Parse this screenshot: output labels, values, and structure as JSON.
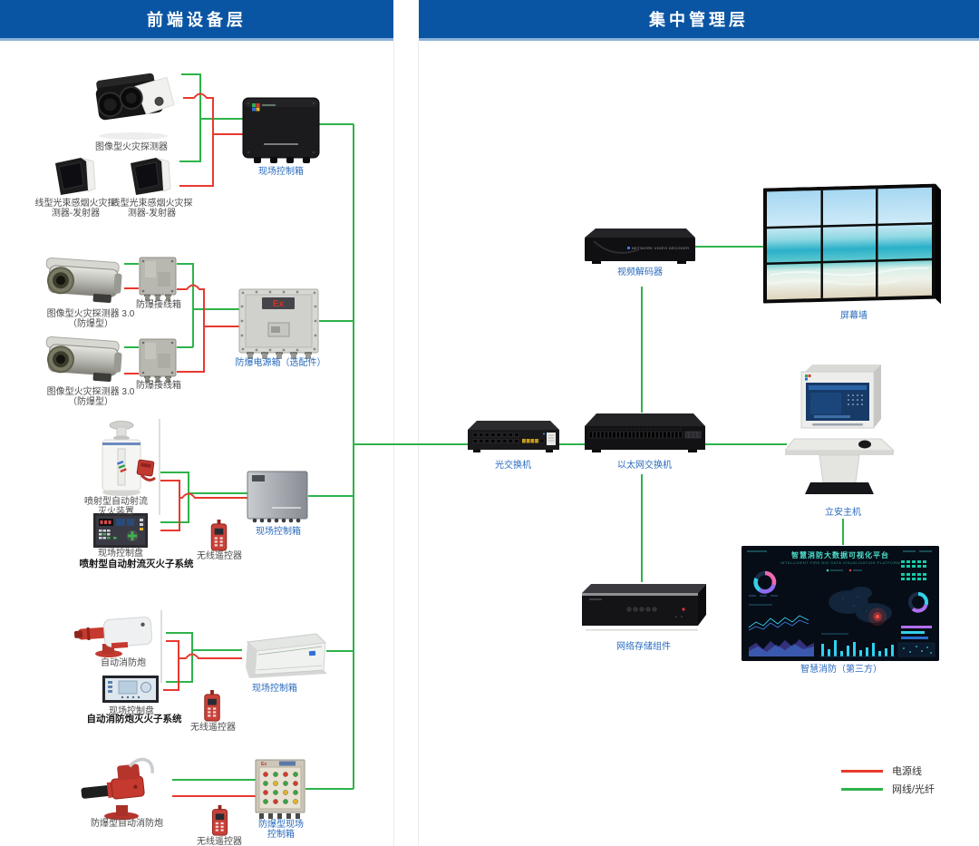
{
  "headers": {
    "left": "前端设备层",
    "right": "集中管理层"
  },
  "colors": {
    "header_blue": "#0a55a3",
    "header_border": "#8ab1d8",
    "label_blue": "#2a6bbd",
    "label_dark": "#4a4a4a",
    "line_green": "#2eb34a",
    "line_red": "#e8392f"
  },
  "legend": {
    "power_label": "电源线",
    "network_label": "网线/光纤"
  },
  "nodes": {
    "image_detector": {
      "label": "图像型火灾探测器"
    },
    "beam_detector_a": {
      "line1": "线型光束感烟火灾探",
      "line2": "测器-发射器"
    },
    "beam_detector_b": {
      "line1": "线型光束感烟火灾探",
      "line2": "测器-发射器"
    },
    "site_control_box_1": {
      "label": "现场控制箱"
    },
    "ex_camera_1": {
      "line1": "图像型火灾探测器 3.0",
      "line2": "（防爆型）"
    },
    "ex_junction_box_1": {
      "label": "防爆接线箱"
    },
    "ex_camera_2": {
      "line1": "图像型火灾探测器 3.0",
      "line2": "（防爆型）"
    },
    "ex_junction_box_2": {
      "label": "防爆接线箱"
    },
    "ex_power_box": {
      "label": "防爆电源箱（选配件）",
      "ex_mark": "Ex"
    },
    "jet_device": {
      "line1": "喷射型自动射流",
      "line2": "灭火装置"
    },
    "control_panel_1": {
      "label": "现场控制盘"
    },
    "jet_subsystem": {
      "title": "喷射型自动射流灭火子系统"
    },
    "remote_1": {
      "label": "无线遥控器"
    },
    "site_control_box_2": {
      "label": "现场控制箱"
    },
    "fire_cannon": {
      "label": "自动消防炮"
    },
    "control_panel_2": {
      "label": "现场控制盘"
    },
    "cannon_subsystem": {
      "title": "自动消防炮灭火子系统"
    },
    "remote_2": {
      "label": "无线遥控器"
    },
    "site_control_box_3": {
      "label": "现场控制箱"
    },
    "ex_cannon": {
      "label": "防爆型自动消防炮"
    },
    "remote_3": {
      "label": "无线遥控器"
    },
    "ex_site_control_box": {
      "line1": "防爆型现场",
      "line2": "控制箱",
      "ex_mark": "Ex"
    },
    "video_decoder": {
      "label": "视频解码器",
      "front_text": "NETWORK VIDEO DECODER"
    },
    "screen_wall": {
      "label": "屏幕墙"
    },
    "optical_switch": {
      "label": "光交换机"
    },
    "ethernet_switch": {
      "label": "以太网交换机"
    },
    "lian_host": {
      "label": "立安主机"
    },
    "network_storage": {
      "label": "网络存储组件"
    },
    "smart_fire_platform": {
      "label": "智慧消防（第三方）",
      "screen_title": "智慧消防大数据可视化平台",
      "screen_subtitle": "INTELLIGENT FIRE BIG DATA VISUALIZATION PLATFORM"
    }
  }
}
